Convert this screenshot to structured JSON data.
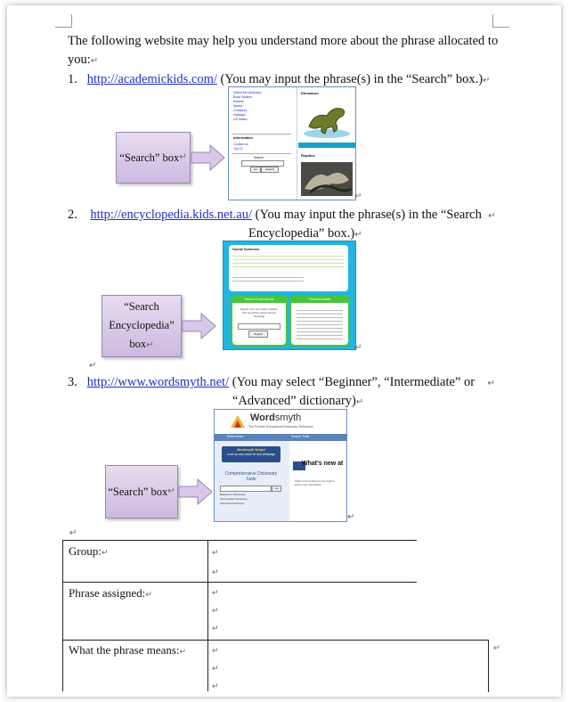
{
  "intro": {
    "line1": "The following website may help you understand more about the phrase allocated to",
    "line2": "you:"
  },
  "items": [
    {
      "number": "1.",
      "url": "http://academickids.com/",
      "note": "(You may input the phrase(s) in the “Search” box.)",
      "callout": "“Search” box"
    },
    {
      "number": "2.",
      "url": "http://encyclopedia.kids.net.au/",
      "note": "(You may input the phrase(s) in the “Search",
      "note2": "Encyclopedia” box.)",
      "callout_lines": [
        "“Search",
        "Encyclopedia”",
        "box"
      ]
    },
    {
      "number": "3.",
      "url": "http://www.wordsmyth.net/",
      "note": "(You may select “Beginner”, “Intermediate” or",
      "note2": "“Advanced” dictionary)",
      "callout": "“Search” box"
    }
  ],
  "academickids": {
    "links": [
      "Select the dictionary",
      "Body System",
      "Planets",
      "Sports",
      "Creatures",
      "Holidays",
      "US States"
    ],
    "information_heading": "Information",
    "info_links": [
      "Contact us",
      "Top 10"
    ],
    "search_label": "Search",
    "go_label": "Go",
    "search_button": "Search",
    "right_heading_1": "Dinosaurs",
    "right_heading_2": "Reptiles"
  },
  "kidsnet": {
    "heading": "Social Sciences",
    "search_panel_title": "Search Encyclopedia",
    "search_panel_text": "Search over one million articles, find something about almost anything!",
    "search_button": "Search",
    "right_panel_title": "Featured Article"
  },
  "wordsmyth": {
    "logo_bold": "Word",
    "logo_rest": "smyth",
    "tagline": "The Premier Educational Dictionary-Thesaurus",
    "tab1": "Dictionaries",
    "tab2": "Search Tools",
    "widget_title": "Wordsmyth Widget",
    "widget_text": "Look up any word on any webpage",
    "comprehensive": "Comprehensive Dictionary Suite",
    "go": "Go",
    "beginner": "Beginner's Dictionary",
    "intermediate": "Intermediate Dictionary",
    "advanced": "Advanced Dictionary",
    "whats_new": "What's new at",
    "whats_new_text": "Click on the buttons to the right to learn more information."
  },
  "table": {
    "group_label": "Group:",
    "phrase_label": "Phrase assigned:",
    "meaning_label": "What the phrase means:"
  }
}
